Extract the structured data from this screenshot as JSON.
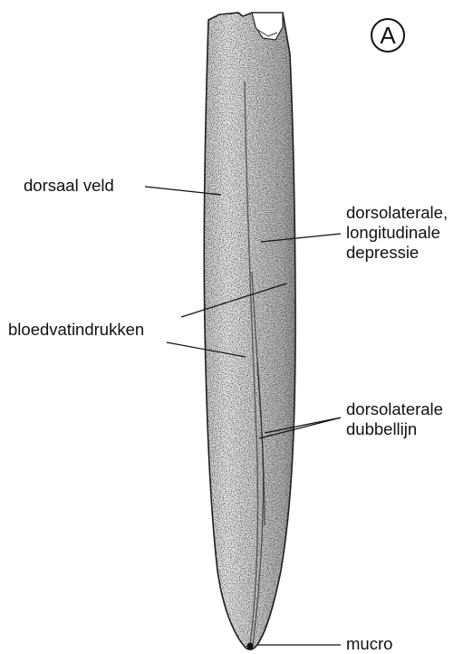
{
  "figure": {
    "badge": "A",
    "labels": {
      "dorsal_field": "dorsaal veld",
      "dorsolateral_depression": [
        "dorsolaterale,",
        "longitudinale",
        "depressie"
      ],
      "blood_vessel_impressions": "bloedvatindrukken",
      "dorsolateral_double_line": [
        "dorsolaterale",
        "dubbellijn"
      ],
      "mucro": "mucro"
    }
  }
}
